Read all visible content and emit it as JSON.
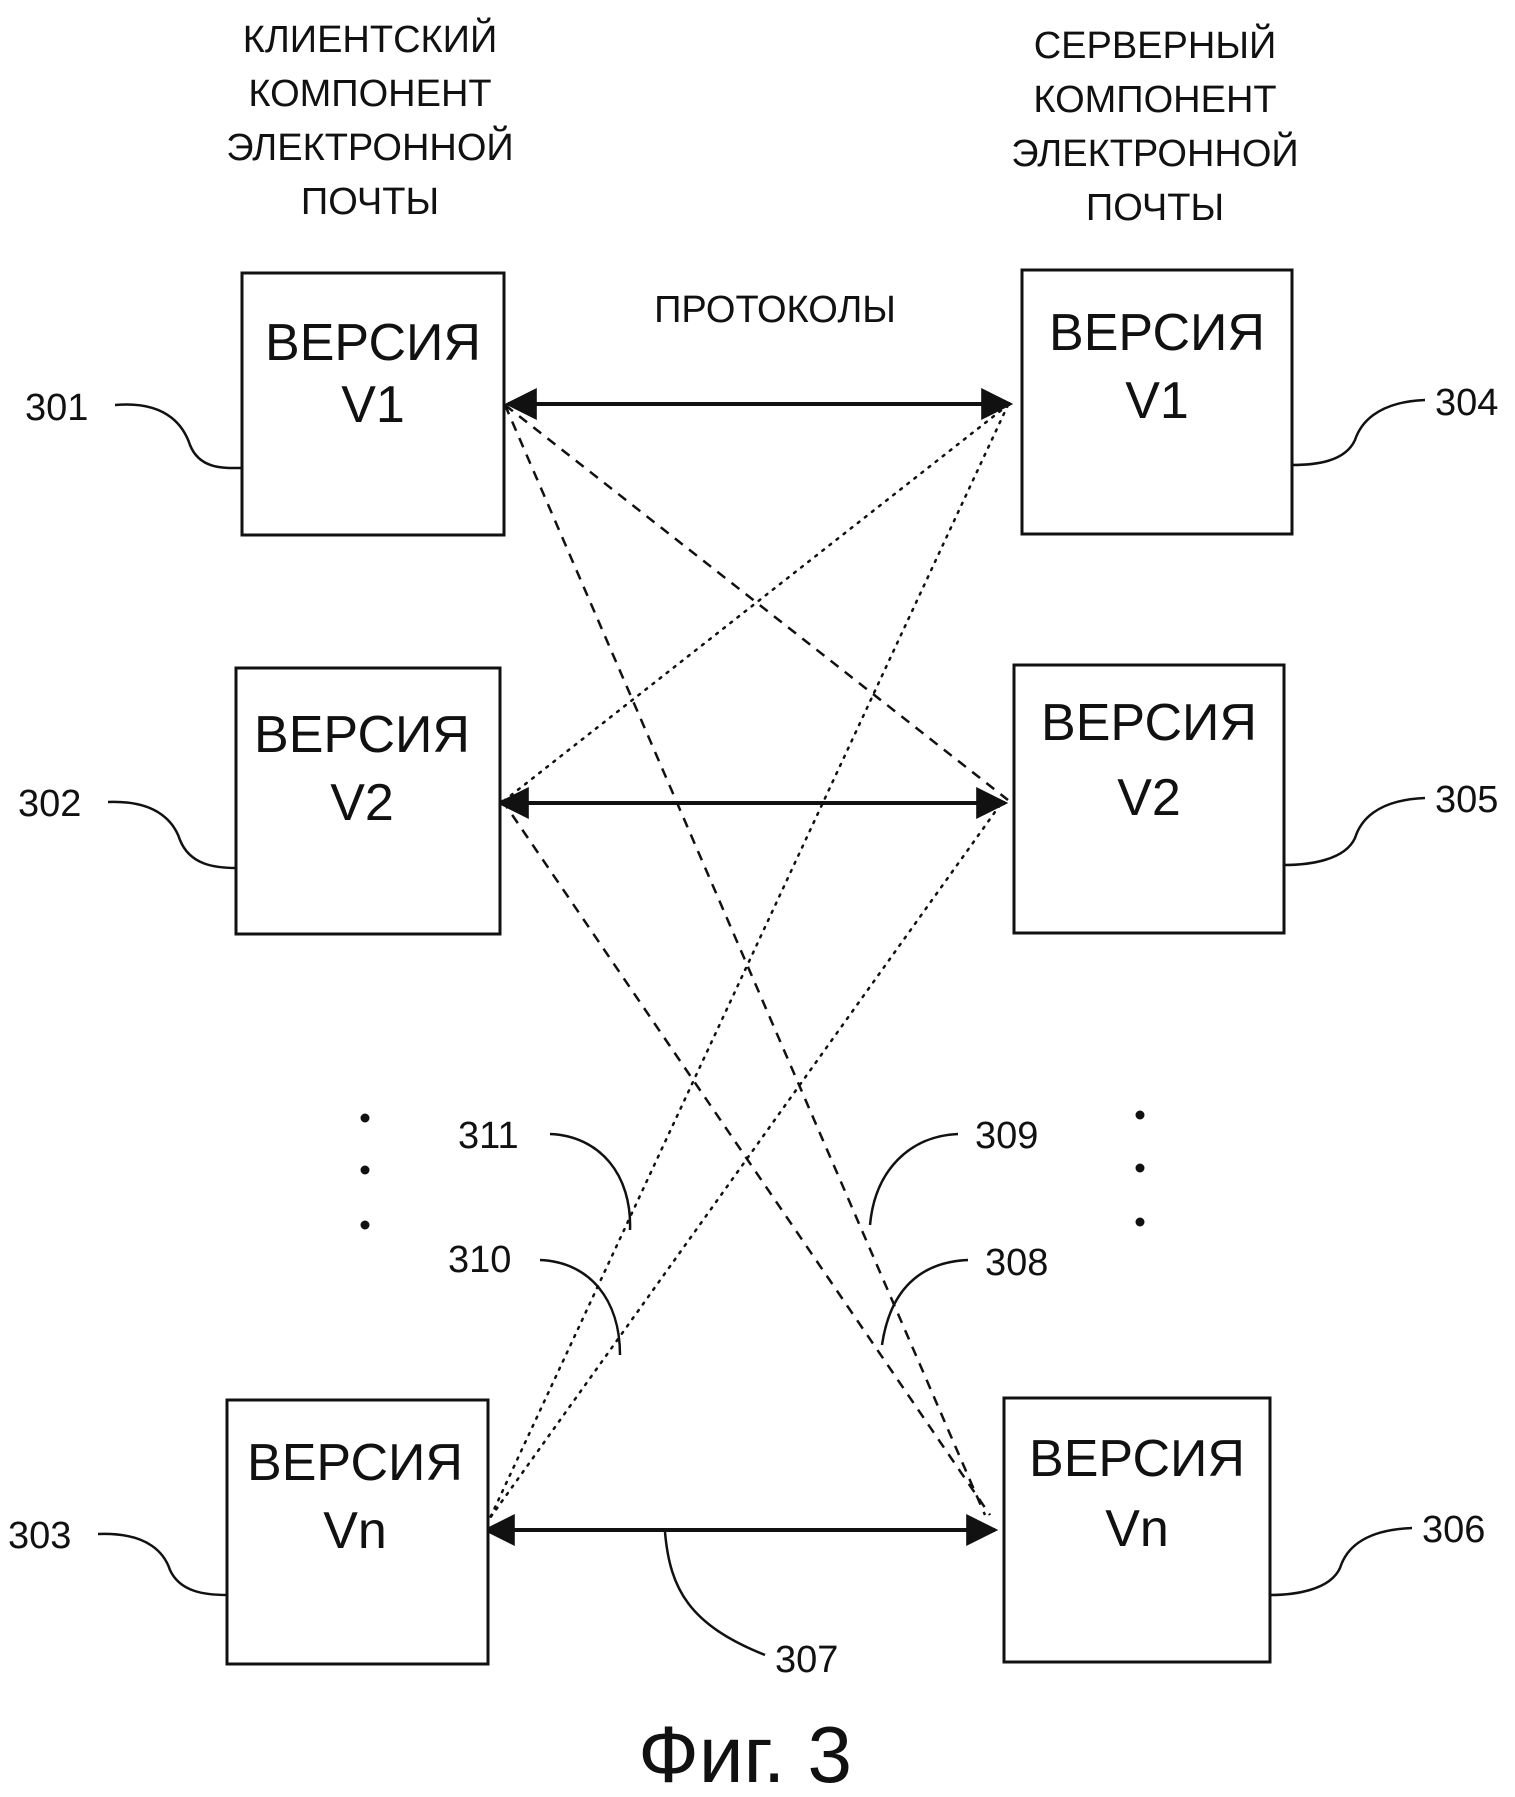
{
  "headers": {
    "client": [
      "КЛИЕНТСКИЙ",
      "КОМПОНЕНТ",
      "ЭЛЕКТРОННОЙ",
      "ПОЧТЫ"
    ],
    "server": [
      "СЕРВЕРНЫЙ",
      "КОМПОНЕНТ",
      "ЭЛЕКТРОННОЙ",
      "ПОЧТЫ"
    ]
  },
  "protocols_label": "ПРОТОКОЛЫ",
  "boxes": {
    "client_v1": {
      "line1": "ВЕРСИЯ",
      "line2": "V1",
      "ref": "301"
    },
    "client_v2": {
      "line1": "ВЕРСИЯ",
      "line2": "V2",
      "ref": "302"
    },
    "client_vn": {
      "line1": "ВЕРСИЯ",
      "line2": "Vn",
      "ref": "303"
    },
    "server_v1": {
      "line1": "ВЕРСИЯ",
      "line2": "V1",
      "ref": "304"
    },
    "server_v2": {
      "line1": "ВЕРСИЯ",
      "line2": "V2",
      "ref": "305"
    },
    "server_vn": {
      "line1": "ВЕРСИЯ",
      "line2": "Vn",
      "ref": "306"
    }
  },
  "connection_refs": {
    "r307": "307",
    "r308": "308",
    "r309": "309",
    "r310": "310",
    "r311": "311"
  },
  "figure_caption": "Фиг. 3"
}
